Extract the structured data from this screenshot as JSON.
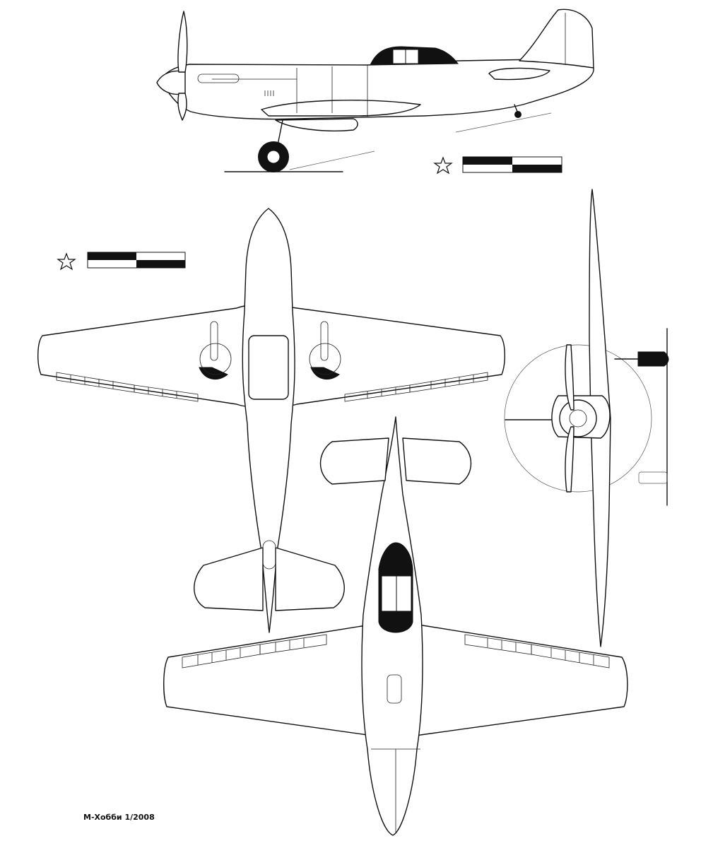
{
  "caption": "М-Хобби 1/2008",
  "colors": {
    "ink": "#111111",
    "paper": "#ffffff"
  },
  "icons": [
    "red-star-insignia",
    "rudder-stripe-marking"
  ]
}
